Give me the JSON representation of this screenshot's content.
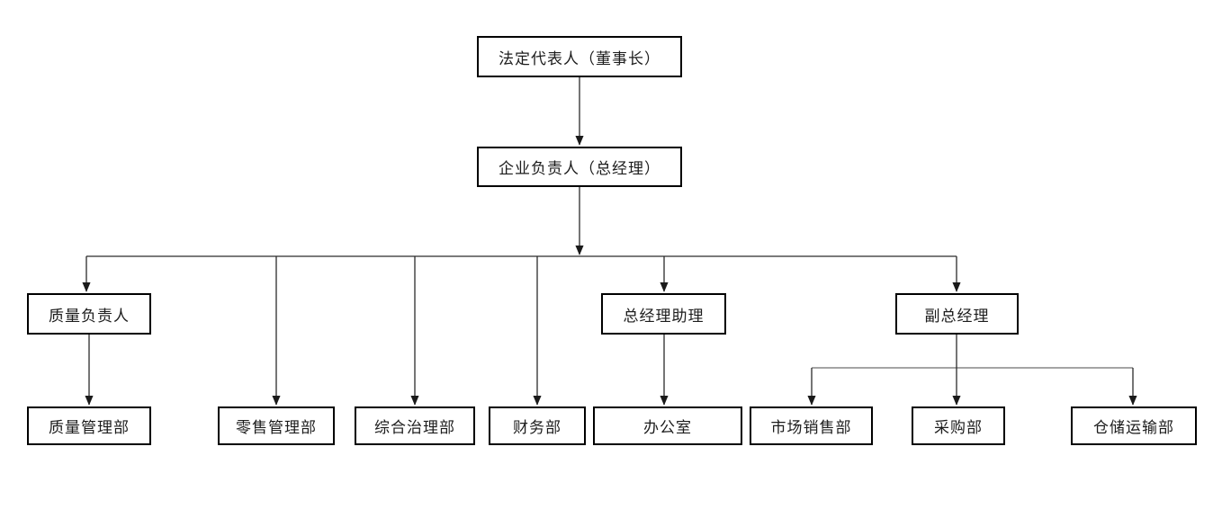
{
  "diagram": {
    "type": "org-chart",
    "background_color": "#ffffff",
    "box_border_color": "#000000",
    "line_color": "#2b2b2b",
    "text_color": "#1c1c1c",
    "nodes": {
      "legal_representative": {
        "label": "法定代表人（董事长）"
      },
      "general_manager": {
        "label": "企业负责人（总经理）"
      },
      "quality_manager": {
        "label": "质量负责人"
      },
      "gm_assistant": {
        "label": "总经理助理"
      },
      "deputy_gm": {
        "label": "副总经理"
      },
      "quality_mgmt_dept": {
        "label": "质量管理部"
      },
      "retail_mgmt_dept": {
        "label": "零售管理部"
      },
      "governance_dept": {
        "label": "综合治理部"
      },
      "finance_dept": {
        "label": "财务部"
      },
      "office": {
        "label": "办公室"
      },
      "marketing_sales_dept": {
        "label": "市场销售部"
      },
      "purchasing_dept": {
        "label": "采购部"
      },
      "warehouse_transport_dept": {
        "label": "仓储运输部"
      }
    },
    "edges": [
      {
        "from": "法定代表人（董事长）",
        "to": "企业负责人（总经理）"
      },
      {
        "from": "企业负责人（总经理）",
        "to": "质量负责人"
      },
      {
        "from": "企业负责人（总经理）",
        "to": "零售管理部"
      },
      {
        "from": "企业负责人（总经理）",
        "to": "综合治理部"
      },
      {
        "from": "企业负责人（总经理）",
        "to": "财务部"
      },
      {
        "from": "企业负责人（总经理）",
        "to": "总经理助理"
      },
      {
        "from": "企业负责人（总经理）",
        "to": "副总经理"
      },
      {
        "from": "质量负责人",
        "to": "质量管理部"
      },
      {
        "from": "总经理助理",
        "to": "办公室"
      },
      {
        "from": "副总经理",
        "to": "市场销售部"
      },
      {
        "from": "副总经理",
        "to": "采购部"
      },
      {
        "from": "副总经理",
        "to": "仓储运输部"
      }
    ]
  }
}
